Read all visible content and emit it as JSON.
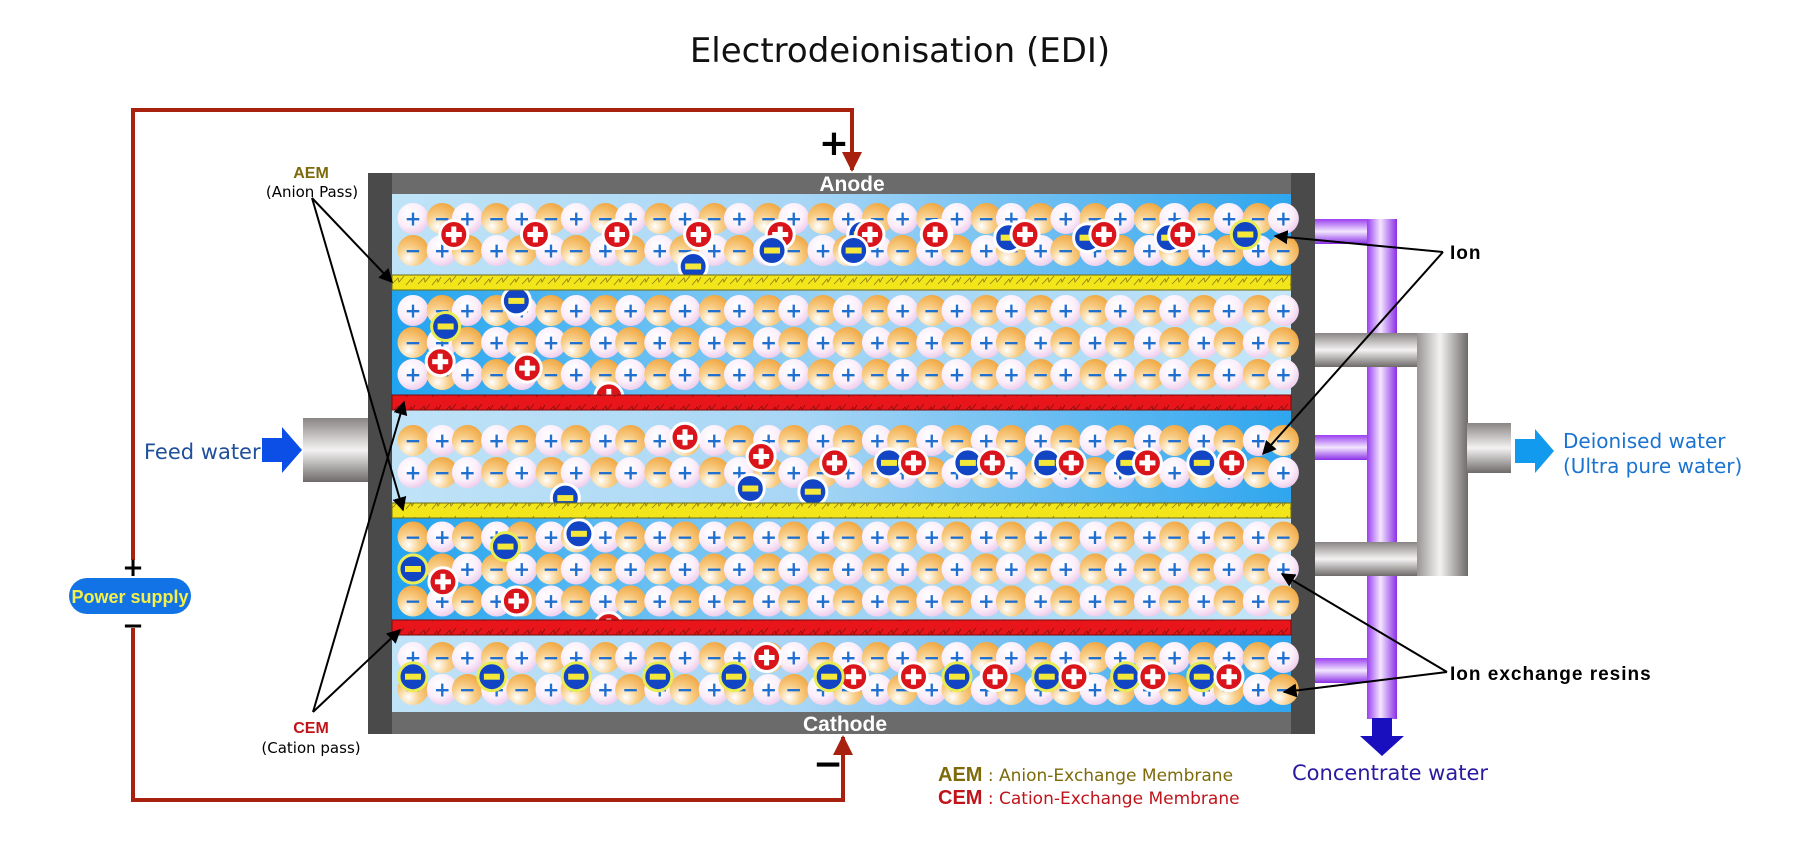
{
  "title": "Electrodeionisation (EDI)",
  "labels": {
    "anode": "Anode",
    "cathode": "Cathode",
    "anode_sign": "+",
    "cathode_sign": "−",
    "power_supply": "Power supply",
    "power_plus": "+",
    "power_minus": "−",
    "feed_water": "Feed water",
    "deionised_water_line1": "Deionised water",
    "deionised_water_line2": "(Ultra pure water)",
    "concentrate_water": "Concentrate water",
    "ion": "Ion",
    "ion_exchange_resins": "Ion exchange resins",
    "aem_abbr": "AEM",
    "aem_note": "(Anion Pass)",
    "cem_abbr": "CEM",
    "cem_note": "(Cation pass)"
  },
  "legend": [
    {
      "abbr": "AEM",
      "sep": " : ",
      "text": "Anion-Exchange Membrane"
    },
    {
      "abbr": "CEM",
      "sep": " : ",
      "text": "Cation-Exchange Membrane"
    }
  ],
  "colors": {
    "wire": "#a8200e",
    "frame_dark": "#4a4a4a",
    "frame_bar": "#6b6b6b",
    "aem": "#f2e51a",
    "cem": "#e8161b",
    "chamber_light": "#bfe3f7",
    "chamber_deep": "#2fa6ee",
    "cation_resin": "#f4dcf0",
    "anion_resin": "#f3b358",
    "resin_sign": "#1f6fd0",
    "cation_ion": "#d9141b",
    "anion_ion": "#1245c4",
    "anion_ion_mark": "#f4e83a",
    "pipe_purple": "#9a3ff0",
    "arrow_feed": "#0b4fe6",
    "arrow_out": "#129aee",
    "arrow_conc": "#1a0fbf",
    "power_bg": "#1273e6"
  },
  "cell": {
    "membranes": [
      "AEM",
      "CEM",
      "AEM",
      "CEM"
    ],
    "chambers": [
      {
        "role": "concentrate",
        "rows": 2,
        "start": "+-",
        "ions": [
          {
            "c": "+",
            "col": 1.5,
            "row": 0.5
          },
          {
            "c": "+",
            "col": 4.5,
            "row": 0.5
          },
          {
            "c": "+",
            "col": 7.5,
            "row": 0.5
          },
          {
            "c": "+",
            "col": 10.5,
            "row": 0.5
          },
          {
            "c": "+",
            "col": 13.5,
            "row": 0.5
          },
          {
            "c": "-",
            "col": 10.3,
            "row": 1.5
          },
          {
            "c": "-",
            "col": 13.2,
            "row": 1.0
          },
          {
            "c": "-",
            "col": 16.5,
            "row": 0.5
          },
          {
            "c": "+",
            "col": 16.8,
            "row": 0.5
          },
          {
            "c": "-",
            "col": 16.2,
            "row": 1.0
          },
          {
            "c": "-",
            "col": 19.3,
            "row": 0.5
          },
          {
            "c": "+",
            "col": 19.2,
            "row": 0.5
          },
          {
            "c": "-",
            "col": 21.9,
            "row": 0.6
          },
          {
            "c": "+",
            "col": 22.5,
            "row": 0.5
          },
          {
            "c": "-",
            "col": 24.8,
            "row": 0.6
          },
          {
            "c": "+",
            "col": 25.4,
            "row": 0.5
          },
          {
            "c": "-",
            "col": 27.8,
            "row": 0.6
          },
          {
            "c": "+",
            "col": 28.3,
            "row": 0.5
          },
          {
            "c": "-",
            "col": 30.6,
            "row": 0.5,
            "ring": true
          }
        ]
      },
      {
        "role": "dilute",
        "rows": 3,
        "start": "+-",
        "ions": [
          {
            "c": "-",
            "col": 1.2,
            "row": 0.5,
            "ring": true
          },
          {
            "c": "-",
            "col": 3.8,
            "row": -0.3
          },
          {
            "c": "+",
            "col": 1.0,
            "row": 1.6
          },
          {
            "c": "+",
            "col": 4.2,
            "row": 1.8
          },
          {
            "c": "+",
            "col": 7.2,
            "row": 2.7
          }
        ]
      },
      {
        "role": "concentrate",
        "rows": 2,
        "start": "-+",
        "ions": [
          {
            "c": "+",
            "col": 10.0,
            "row": -0.1
          },
          {
            "c": "+",
            "col": 12.8,
            "row": 0.5
          },
          {
            "c": "-",
            "col": 14.7,
            "row": 1.6
          },
          {
            "c": "+",
            "col": 15.5,
            "row": 0.7
          },
          {
            "c": "-",
            "col": 17.5,
            "row": 0.7
          },
          {
            "c": "+",
            "col": 18.4,
            "row": 0.7
          },
          {
            "c": "-",
            "col": 20.4,
            "row": 0.7
          },
          {
            "c": "+",
            "col": 21.3,
            "row": 0.7
          },
          {
            "c": "-",
            "col": 23.3,
            "row": 0.7
          },
          {
            "c": "+",
            "col": 24.2,
            "row": 0.7
          },
          {
            "c": "-",
            "col": 26.3,
            "row": 0.7
          },
          {
            "c": "+",
            "col": 27.0,
            "row": 0.7
          },
          {
            "c": "-",
            "col": 29.0,
            "row": 0.7
          },
          {
            "c": "+",
            "col": 30.1,
            "row": 0.7
          },
          {
            "c": "-",
            "col": 5.6,
            "row": 1.8
          },
          {
            "c": "-",
            "col": 12.4,
            "row": 1.5
          },
          {
            "c": "-",
            "col": 2.3,
            "row": 2.5
          },
          {
            "c": "-",
            "col": 9.2,
            "row": 2.5
          }
        ]
      },
      {
        "role": "dilute",
        "rows": 3,
        "start": "-+",
        "ions": [
          {
            "c": "-",
            "col": 3.4,
            "row": 0.3,
            "ring": true
          },
          {
            "c": "-",
            "col": 0.0,
            "row": 1.0,
            "ring": true
          },
          {
            "c": "+",
            "col": 1.1,
            "row": 1.4
          },
          {
            "c": "+",
            "col": 3.8,
            "row": 2.0
          },
          {
            "c": "+",
            "col": 7.2,
            "row": 2.8
          },
          {
            "c": "-",
            "col": 6.1,
            "row": -0.1
          }
        ]
      },
      {
        "role": "concentrate",
        "rows": 2,
        "start": "+-",
        "ions": [
          {
            "c": "-",
            "col": 0.0,
            "row": 0.6,
            "ring": true
          },
          {
            "c": "-",
            "col": 2.9,
            "row": 0.6,
            "ring": true
          },
          {
            "c": "-",
            "col": 6.0,
            "row": 0.6,
            "ring": true
          },
          {
            "c": "-",
            "col": 9.0,
            "row": 0.6,
            "ring": true
          },
          {
            "c": "+",
            "col": 13.0,
            "row": 0.0
          },
          {
            "c": "-",
            "col": 11.8,
            "row": 0.6,
            "ring": true
          },
          {
            "c": "+",
            "col": 16.2,
            "row": 0.6
          },
          {
            "c": "-",
            "col": 15.3,
            "row": 0.6,
            "ring": true
          },
          {
            "c": "+",
            "col": 18.4,
            "row": 0.6
          },
          {
            "c": "-",
            "col": 20.0,
            "row": 0.6,
            "ring": true
          },
          {
            "c": "+",
            "col": 21.4,
            "row": 0.6
          },
          {
            "c": "-",
            "col": 23.3,
            "row": 0.6,
            "ring": true
          },
          {
            "c": "+",
            "col": 24.3,
            "row": 0.6
          },
          {
            "c": "-",
            "col": 26.2,
            "row": 0.6,
            "ring": true
          },
          {
            "c": "+",
            "col": 27.2,
            "row": 0.6
          },
          {
            "c": "-",
            "col": 29.0,
            "row": 0.6,
            "ring": true
          },
          {
            "c": "+",
            "col": 30.0,
            "row": 0.6
          }
        ]
      }
    ]
  }
}
